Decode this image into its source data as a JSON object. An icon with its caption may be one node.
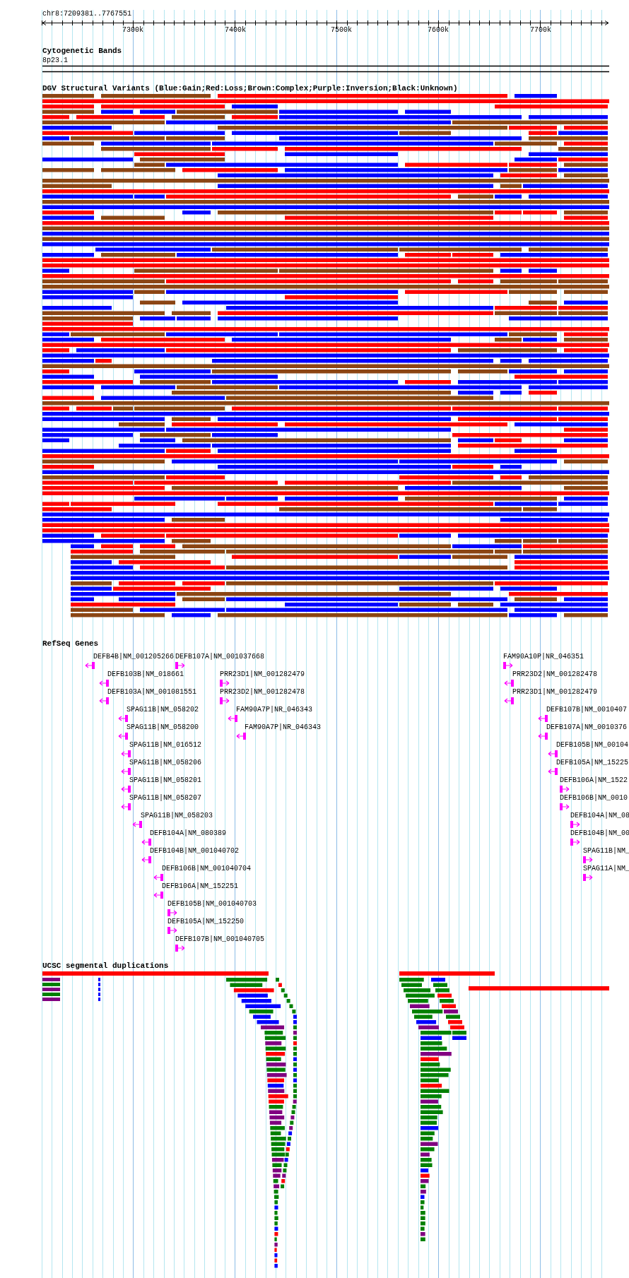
{
  "diagram": {
    "labels": [
      "chr8:7209381..7767551",
      "7300k",
      "7400k",
      "7500k",
      "7600k",
      "7700k",
      "Cytogenetic Bands",
      "8p23.1",
      "DGV Structural Variants (Blue:Gain;Red:Loss;Brown:Complex;Purple:Inversion;Black:Unknown)",
      "RefSeq Genes",
      "DEFB4B|NM_001205266",
      "DEFB107A|NM_001037668",
      "FAM90A10P|NR_046351",
      "DEFB103B|NM_018661",
      "PRR23D1|NM_001282479",
      "PRR23D2|NM_001282478",
      "DEFB103A|NM_001081551",
      "PRR23D2|NM_001282478",
      "PRR23D1|NM_001282479",
      "SPAG11B|NM_058202",
      "FAM90A7P|NR_046343",
      "DEFB107B|NM_0010407",
      "SPAG11B|NM_058200",
      "FAM90A7P|NR_046343",
      "DEFB107A|NM_0010376",
      "SPAG11B|NM_016512",
      "DEFB105B|NM_00104",
      "SPAG11B|NM_058206",
      "DEFB105A|NM_15225",
      "SPAG11B|NM_058201",
      "DEFB106A|NM_1522",
      "SPAG11B|NM_058207",
      "DEFB106B|NM_0010",
      "SPAG11B|NM_058203",
      "DEFB104A|NM_08",
      "DEFB104A|NM_080389",
      "DEFB104B|NM_00",
      "DEFB104B|NM_001040702",
      "SPAG11B|NM_",
      "DEFB106B|NM_001040704",
      "SPAG11A|NM_",
      "DEFB106A|NM_152251",
      "DEFB105B|NM_001040703",
      "DEFB105A|NM_152250",
      "DEFB107B|NM_001040705",
      "UCSC segmental duplications"
    ]
  }
}
